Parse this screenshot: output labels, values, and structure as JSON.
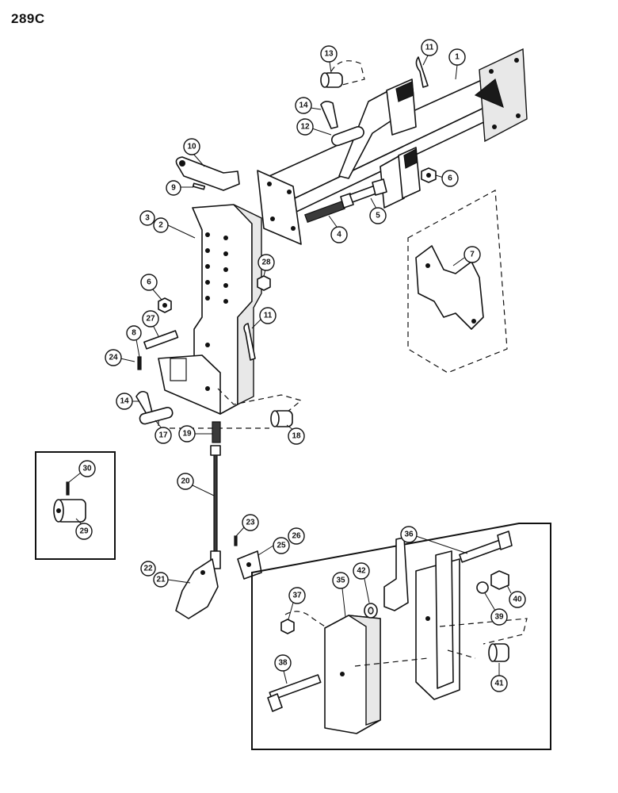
{
  "page": {
    "code": "289C"
  },
  "callouts": [
    {
      "id": "c1",
      "label": "1"
    },
    {
      "id": "c2",
      "label": "2"
    },
    {
      "id": "c3",
      "label": "3"
    },
    {
      "id": "c4",
      "label": "4"
    },
    {
      "id": "c5",
      "label": "5"
    },
    {
      "id": "c6a",
      "label": "6"
    },
    {
      "id": "c6b",
      "label": "6"
    },
    {
      "id": "c7",
      "label": "7"
    },
    {
      "id": "c8",
      "label": "8"
    },
    {
      "id": "c9",
      "label": "9"
    },
    {
      "id": "c10",
      "label": "10"
    },
    {
      "id": "c11a",
      "label": "11"
    },
    {
      "id": "c11b",
      "label": "11"
    },
    {
      "id": "c12",
      "label": "12"
    },
    {
      "id": "c13",
      "label": "13"
    },
    {
      "id": "c14a",
      "label": "14"
    },
    {
      "id": "c14b",
      "label": "14"
    },
    {
      "id": "c17",
      "label": "17"
    },
    {
      "id": "c18",
      "label": "18"
    },
    {
      "id": "c19",
      "label": "19"
    },
    {
      "id": "c20",
      "label": "20"
    },
    {
      "id": "c21",
      "label": "21"
    },
    {
      "id": "c22",
      "label": "22"
    },
    {
      "id": "c23",
      "label": "23"
    },
    {
      "id": "c24",
      "label": "24"
    },
    {
      "id": "c25",
      "label": "25"
    },
    {
      "id": "c26",
      "label": "26"
    },
    {
      "id": "c27",
      "label": "27"
    },
    {
      "id": "c28",
      "label": "28"
    },
    {
      "id": "c29",
      "label": "29"
    },
    {
      "id": "c30",
      "label": "30"
    },
    {
      "id": "c35",
      "label": "35"
    },
    {
      "id": "c36",
      "label": "36"
    },
    {
      "id": "c37",
      "label": "37"
    },
    {
      "id": "c38",
      "label": "38"
    },
    {
      "id": "c39",
      "label": "39"
    },
    {
      "id": "c40",
      "label": "40"
    },
    {
      "id": "c41",
      "label": "41"
    },
    {
      "id": "c42",
      "label": "42"
    }
  ]
}
